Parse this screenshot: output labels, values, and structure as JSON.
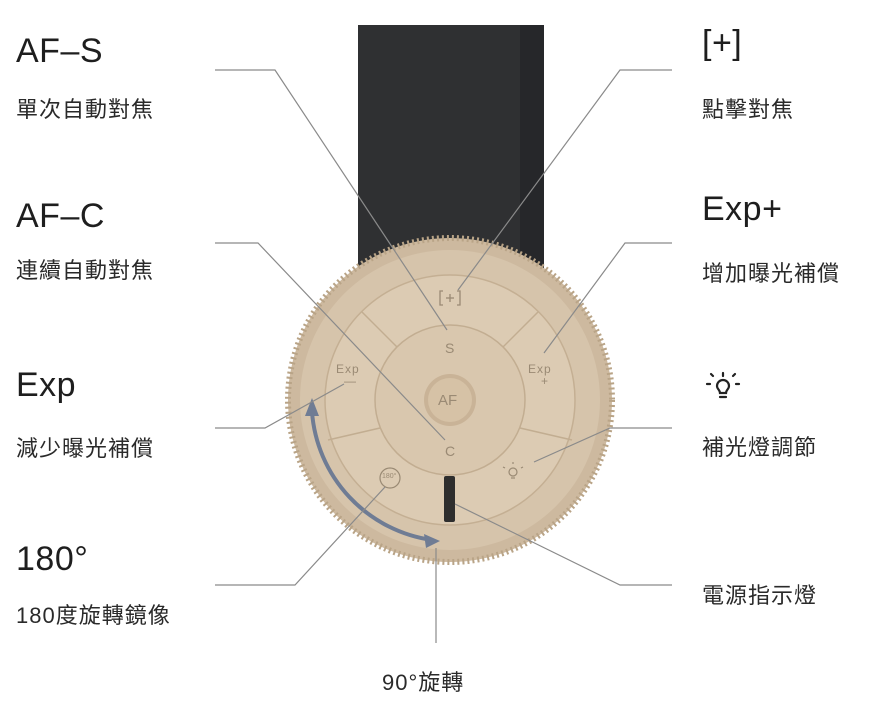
{
  "labels": {
    "af_s": {
      "title": "AF–S",
      "sub": "單次自動對焦"
    },
    "af_c": {
      "title": "AF–C",
      "sub": "連續自動對焦"
    },
    "exp_minus": {
      "title": "Exp",
      "sub": "減少曝光補償"
    },
    "rotate_180": {
      "title": "180°",
      "sub": "180度旋轉鏡像"
    },
    "point_focus": {
      "title": "[+]",
      "sub": "點擊對焦"
    },
    "exp_plus": {
      "title": "Exp+",
      "sub": "增加曝光補償"
    },
    "fill_light": {
      "sub": "補光燈調節"
    },
    "power_indicator": {
      "sub": "電源指示燈"
    },
    "rotate_90": {
      "sub": "90°旋轉"
    }
  },
  "knob": {
    "center": "AF",
    "top": "S",
    "bottom": "C",
    "left_top": "Exp",
    "left_bottom": "—",
    "right_top": "Exp",
    "right_bottom": "+",
    "rot_badge": "180°"
  },
  "colors": {
    "strap": "#2f3032",
    "knob": "#d2bfa6",
    "knob_dark": "#b7a186",
    "line": "#8a8a8a",
    "arrow": "#6f7c94"
  }
}
